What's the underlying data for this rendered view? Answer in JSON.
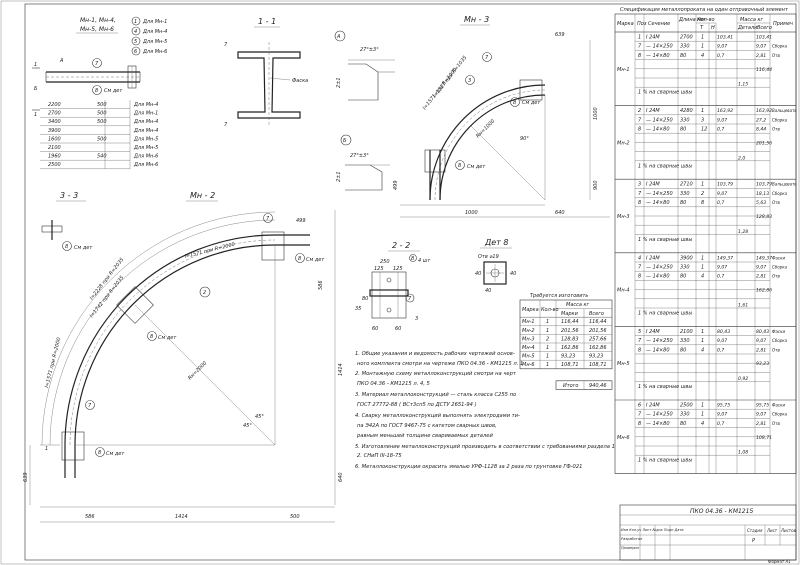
{
  "spec_table": {
    "title": "Спецификация металлопроката на один отправочный элемент",
    "headers": {
      "marka": "Марка",
      "poz": "Поз",
      "sechenie": "Сечение",
      "dlina": "Длина мм",
      "kol": "Кол-во",
      "t": "Т",
      "n": "Н",
      "massa": "Масса кг",
      "detali": "Детали",
      "vsego": "Всего",
      "marki": "Марки",
      "primech": "Примеч"
    },
    "groups": [
      {
        "mark": "Мн-1",
        "total": "116,44",
        "rows": [
          {
            "poz": "1",
            "sech": "I 24М",
            "len": "2700",
            "t": "1",
            "n": "",
            "det": "103,41",
            "vsego": "103,41",
            "note": ""
          },
          {
            "poz": "7",
            "sech": "— 14×250",
            "len": "330",
            "t": "1",
            "n": "",
            "det": "9,07",
            "vsego": "9,07",
            "note": "Сборка"
          },
          {
            "poz": "8",
            "sech": "— 14×80",
            "len": "80",
            "t": "4",
            "n": "",
            "det": "0,7",
            "vsego": "2,81",
            "note": "Отв"
          }
        ],
        "weld_label": "1 % на сварные швы",
        "weld": "1,15"
      },
      {
        "mark": "Мн-2",
        "total": "201,56",
        "rows": [
          {
            "poz": "2",
            "sech": "I 24М",
            "len": "4280",
            "t": "1",
            "n": "",
            "det": "163,92",
            "vsego": "163,92",
            "note": "Вальцевать"
          },
          {
            "poz": "7",
            "sech": "— 14×250",
            "len": "330",
            "t": "3",
            "n": "",
            "det": "9,07",
            "vsego": "27,2",
            "note": "Сборка"
          },
          {
            "poz": "8",
            "sech": "— 14×80",
            "len": "80",
            "t": "12",
            "n": "",
            "det": "0,7",
            "vsego": "8,44",
            "note": "Отв"
          }
        ],
        "weld_label": "1 % на сварные швы",
        "weld": "2,0"
      },
      {
        "mark": "Мн-3",
        "total": "128,83",
        "rows": [
          {
            "poz": "3",
            "sech": "I 24М",
            "len": "2710",
            "t": "1",
            "n": "",
            "det": "103,79",
            "vsego": "103,79",
            "note": "Вальцевать"
          },
          {
            "poz": "7",
            "sech": "— 14×250",
            "len": "330",
            "t": "2",
            "n": "",
            "det": "9,07",
            "vsego": "18,13",
            "note": "Сборка"
          },
          {
            "poz": "8",
            "sech": "— 14×80",
            "len": "80",
            "t": "8",
            "n": "",
            "det": "0,7",
            "vsego": "5,63",
            "note": "Отв"
          }
        ],
        "weld_label": "1 % на сварные швы",
        "weld": "1,28"
      },
      {
        "mark": "Мн-4",
        "total": "162,86",
        "rows": [
          {
            "poz": "4",
            "sech": "I 24М",
            "len": "3900",
            "t": "1",
            "n": "",
            "det": "149,37",
            "vsego": "149,37",
            "note": "Фаски"
          },
          {
            "poz": "7",
            "sech": "— 14×250",
            "len": "330",
            "t": "1",
            "n": "",
            "det": "9,07",
            "vsego": "9,07",
            "note": "Сборка"
          },
          {
            "poz": "8",
            "sech": "— 14×80",
            "len": "80",
            "t": "4",
            "n": "",
            "det": "0,7",
            "vsego": "2,81",
            "note": "Отв"
          }
        ],
        "weld_label": "1 % на сварные швы",
        "weld": "1,61"
      },
      {
        "mark": "Мн-5",
        "total": "93,23",
        "rows": [
          {
            "poz": "5",
            "sech": "I 24М",
            "len": "2100",
            "t": "1",
            "n": "",
            "det": "80,43",
            "vsego": "80,43",
            "note": "Фаски"
          },
          {
            "poz": "7",
            "sech": "— 14×250",
            "len": "330",
            "t": "1",
            "n": "",
            "det": "9,07",
            "vsego": "9,07",
            "note": "Сборка"
          },
          {
            "poz": "8",
            "sech": "— 14×80",
            "len": "80",
            "t": "4",
            "n": "",
            "det": "0,7",
            "vsego": "2,81",
            "note": "Отв"
          }
        ],
        "weld_label": "1 % на сварные швы",
        "weld": "0,92"
      },
      {
        "mark": "Мн-6",
        "total": "108,71",
        "rows": [
          {
            "poz": "6",
            "sech": "I 24М",
            "len": "2500",
            "t": "1",
            "n": "",
            "det": "95,75",
            "vsego": "95,75",
            "note": "Фаски"
          },
          {
            "poz": "7",
            "sech": "— 14×250",
            "len": "330",
            "t": "1",
            "n": "",
            "det": "9,07",
            "vsego": "9,07",
            "note": "Сборка"
          },
          {
            "poz": "8",
            "sech": "— 14×80",
            "len": "80",
            "t": "4",
            "n": "",
            "det": "0,7",
            "vsego": "2,81",
            "note": "Отв"
          }
        ],
        "weld_label": "1 % на сварные швы",
        "weld": "1,08"
      }
    ]
  },
  "required_table": {
    "title": "Требуется изготовить",
    "headers": {
      "marka": "Марка",
      "kol": "Кол-во",
      "massa": "Масса кг",
      "marki": "Марки",
      "vsego": "Всего"
    },
    "rows": [
      {
        "mark": "Мн-1",
        "qty": "1",
        "m": "116,44",
        "v": "116,44"
      },
      {
        "mark": "Мн-2",
        "qty": "1",
        "m": "201,56",
        "v": "201,56"
      },
      {
        "mark": "Мн-3",
        "qty": "2",
        "m": "128,83",
        "v": "257,66"
      },
      {
        "mark": "Мн-4",
        "qty": "1",
        "m": "162,86",
        "v": "162,86"
      },
      {
        "mark": "Мн-5",
        "qty": "1",
        "m": "93,23",
        "v": "93,23"
      },
      {
        "mark": "Мн-6",
        "qty": "1",
        "m": "108,71",
        "v": "108,71"
      }
    ],
    "total_label": "Итого",
    "total": "940,46"
  },
  "notes": [
    "1. Общие указания и ведомость рабочих чертежей основ-",
    "ного комплекта смотри на чертеже ПКО 04.36 - КМ1215 л. 1",
    "2. Монтажную схему металлоконструкций смотри на черт",
    "ПКО 04.36 - КМ1215 л. 4, 5",
    "3. Материал металлоконструкций — сталь класса С255 по",
    "ГОСТ 27772-88 ( ВСт3сп5 по ДСТУ 2651-94 )",
    "4. Сварку металлоконструкций выполнять электродами ти-",
    "па Э42А по ГОСТ 9467-75 с катетом сварных швов,",
    "равным меньшей толщине свариваемых деталей",
    "5. Изготовление металлоконструкций производить в соответствии с требованиями раздела 1",
    "2. СНиП III-18-75",
    "6. Металлоконструкции окрасить эмалью УРФ-1128 за 2 раза по грунтовке ГФ-021"
  ],
  "titles": {
    "view_mn1": "Мн-1, Мн-4,",
    "view_mn1b": "Мн-5, Мн-6",
    "sec_11": "1 - 1",
    "view_mn3": "Мн - 3",
    "view_mn2": "Мн - 2",
    "sec_33": "3 - 3",
    "sec_22": "2 - 2",
    "det_b": "Дет 8",
    "node_a": "А",
    "node_b": "Б"
  },
  "mn1_table": {
    "labels": [
      "Для Мн-1",
      "Для Мн-4",
      "Для Мн-5",
      "Для Мн-6"
    ],
    "rows": [
      {
        "l": "2200",
        "e": "500",
        "for": "Для Мн-4"
      },
      {
        "l": "2700",
        "e": "500",
        "for": "Для Мн-1"
      },
      {
        "l": "3400",
        "e": "500",
        "for": "Для Мн-4"
      },
      {
        "l": "3900",
        "e": "",
        "for": "Для Мн-4"
      },
      {
        "l": "1600",
        "e": "500",
        "for": "Для Мн-5"
      },
      {
        "l": "2100",
        "e": "",
        "for": "Для Мн-5"
      },
      {
        "l": "1960",
        "e": "540",
        "for": "Для Мн-6"
      },
      {
        "l": "2500",
        "e": "",
        "for": "Для Мн-6"
      }
    ]
  },
  "labels": {
    "see_det": "См дет",
    "faska": "Фаска",
    "bevel": "27°±3°",
    "mn3_arc1": "l=1571  при R=1000",
    "mn3_arc2": "l=1327  при R=1035",
    "mn3_r": "Rн=1000",
    "mn3_angle": "90°",
    "mn3_dims": [
      "1000",
      "640",
      "1000",
      "900",
      "639",
      "499"
    ],
    "mn2_arc1": "l=1571  при R=2000",
    "mn2_arc2": "l=2228  при R=2035",
    "mn2_arc3": "l=1571  при R=2000",
    "mn2_arc4": "l=1742  при R=2035",
    "mn2_r": "Rн=2000",
    "mn2_angle": "45°",
    "mn2_dims": [
      "499",
      "586",
      "1414",
      "586",
      "1414",
      "500",
      "639",
      "640"
    ],
    "det8_hole": "Отв ⌀19",
    "sec22_dims": [
      "250",
      "125",
      "125",
      "35",
      "80",
      "60",
      "60",
      "4 шт",
      "3"
    ],
    "det8_dims": [
      "40",
      "40",
      "40"
    ]
  },
  "title_block": {
    "code": "ПКО 04.36 - КМ1215",
    "stage_label": "Стадия",
    "sheet_label": "Лист",
    "sheets_label": "Листов",
    "stage": "Р",
    "rows": [
      "Изм Кол.уч Лист №док Подп Дата",
      "Разработал",
      "Проверил"
    ],
    "format": "Формат А1"
  }
}
